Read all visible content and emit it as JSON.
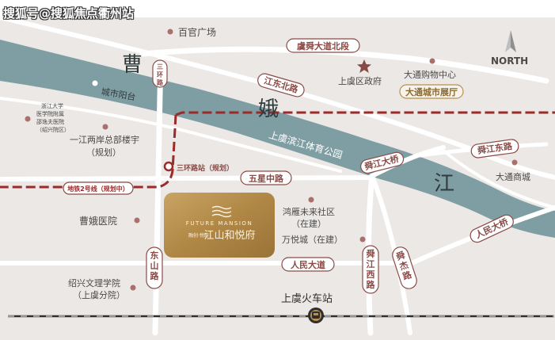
{
  "watermark": "搜狐号@搜狐焦点衢州站",
  "north": "NORTH",
  "river": {
    "c1": "曹",
    "c2": "娥",
    "c3": "江"
  },
  "roads": {
    "yushun_north": "虞舜大道北段",
    "jiangdong_north": "江东北路",
    "sanhuan": "三环路",
    "chengshi_yangtai": "城市阳台",
    "binjiang_park": "上虞滨江体育公园",
    "shunjiang_bridge": "舜江大桥",
    "shunjiang_east": "舜江东路",
    "wuxing_middle": "五星中路",
    "renmin_bridge": "人民大桥",
    "renmin_avenue": "人民大道",
    "dongshan": "东山路",
    "shunjiang_west": "舜江西路",
    "shunjie": "舜杰路",
    "sanhuan_station": "三环路站（规划）",
    "metro_line": "地铁2号线（规划中）",
    "railway_station": "上虞火车站"
  },
  "pois": {
    "baiguan_plaza": "百官广场",
    "shangyu_gov": "上虞区政府",
    "datong_mall": "大通购物中心",
    "datong_hall": "大通城市展厅",
    "zju_hospital_l1": "浙江大学",
    "zju_hospital_l2": "医学院附属",
    "zju_hospital_l3": "邵逸夫医院",
    "zju_hospital_l4": "（绍兴院区）",
    "yijiang_hq_l1": "一江两岸总部楼宇",
    "yijiang_hq_l2": "（规划）",
    "datong_business": "大通商城",
    "hongyan_l1": "鸿雁未来社区",
    "hongyan_l2": "（在建）",
    "wanda": "万悦城（在建）",
    "caoe_hospital": "曹娥医院",
    "shaoxing_school_l1": "绍兴文理学院",
    "shaoxing_school_l2": "（上虞分院）"
  },
  "project": {
    "en": "FUTURE MANSION",
    "brand": "融创·悦府",
    "name": "江山和悦府"
  },
  "colors": {
    "background": "#ebe8e6",
    "river": "#7f9ea3",
    "road_label": "#8a4b46",
    "metro": "#9b2a2a",
    "poi_dot": "#a9706c",
    "gold": "#b8904f"
  }
}
